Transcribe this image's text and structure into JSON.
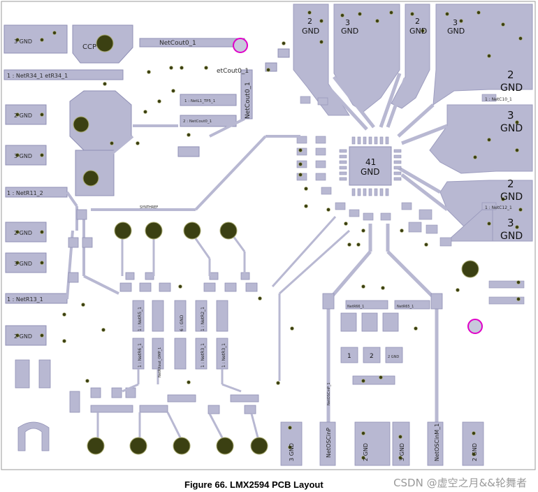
{
  "figure": {
    "caption": "Figure 66.  LMX2594 PCB Layout",
    "watermark": "CSDN @虚空之月&&轮舞者"
  },
  "colors": {
    "copper": "#b8b8d2",
    "copper_edge": "#8f8fb5",
    "via": "#3b4012",
    "via_ring": "#a8aa70",
    "fiducial": "#e000c8",
    "board_outline": "#9a9a9a"
  },
  "labels": {
    "gnd": "GND",
    "n2": "2",
    "n3": "3",
    "c1_3gnd": "3 GND",
    "c1_2gnd": "2 GND",
    "c3_3gnd": "3 GND",
    "c3_2gnd": "2 GND",
    "ccp": "CCP",
    "netcout0_1": "NetCout0_1",
    "netcout0_1_rot": "NetCout0_1",
    "etcout0_1": "etCout0_1",
    "netr34": "1 : NetR34_1  etR34_1",
    "netr11": "1 : NetR11_2",
    "netr13": "1 : NetR13_1",
    "netl1": "1 : NetL1_TP5_1",
    "netcout0_small": "2 : NetCout0_1",
    "ic_pin": "41",
    "ic_gnd": "GND",
    "netc10": "1 : NetC10_1",
    "netc12": "1 : NetC12_1",
    "net_r5": "1 : NetR5_1",
    "net_r2": "1 : NetR2_1",
    "netrxout": "NetRXout_OMP_1",
    "gnd_6": "6 : GND",
    "netr6": "1 : NetR6_1",
    "netr3": "1 : NetR3_1",
    "pad1": "1",
    "pad2": "2",
    "pad2gnd": "2 GND",
    "netoscinp": "NetOSCinP",
    "netoscinm": "NetOSCinM_1",
    "osc_p_rot": "NetOSCinP_1",
    "gnd_3_bottom": "3 GND",
    "gnd_2_bottom": "2 GND",
    "gnd_3b": "3 GND",
    "gnd_2b": "2 GND",
    "synthr": "SYNTHREF",
    "netr66": "NetR66_1",
    "netr65": "NetR65_1"
  }
}
